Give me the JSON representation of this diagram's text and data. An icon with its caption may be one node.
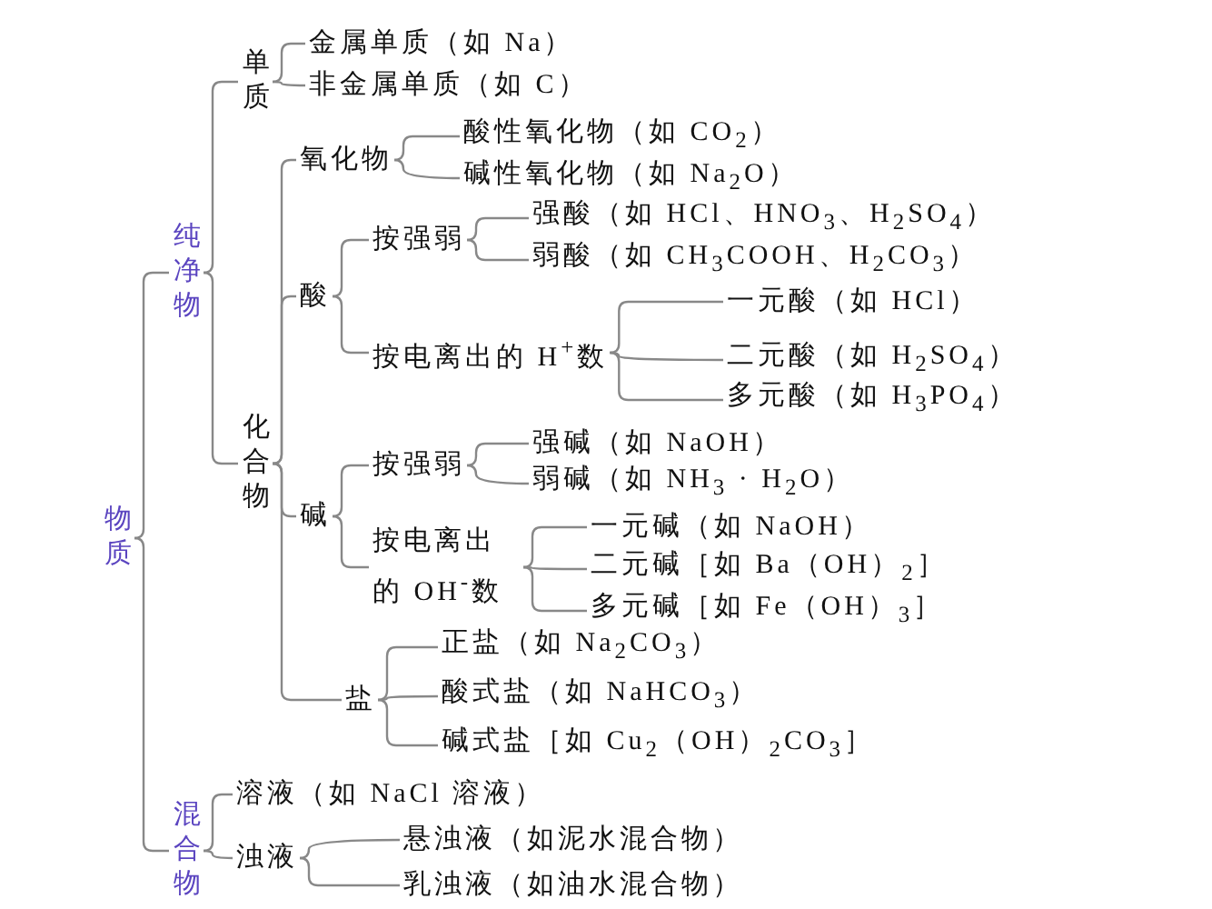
{
  "diagram": {
    "nodes": [
      {
        "text": [
          "物质"
        ]
      },
      {
        "text": [
          "纯净物"
        ]
      },
      {
        "text": [
          "单质"
        ]
      },
      {
        "text": [
          "金属单质（如 Na）"
        ]
      },
      {
        "text": [
          "非金属单质（如 C）"
        ]
      },
      {
        "text": [
          "化合物"
        ]
      },
      {
        "text": [
          "氧化物"
        ]
      },
      {
        "text": [
          "酸性氧化物（如 CO$_{2}$）"
        ]
      },
      {
        "text": [
          "碱性氧化物（如 Na$_{2}$O）"
        ]
      },
      {
        "text": [
          "酸"
        ]
      },
      {
        "text": [
          "按强弱"
        ]
      },
      {
        "text": [
          "强酸（如 HCl、HNO$_{3}$、H$_{2}$SO$_{4}$）"
        ]
      },
      {
        "text": [
          "弱酸（如 CH$_{3}$COOH、H$_{2}$CO$_{3}$）"
        ]
      },
      {
        "text": [
          "按电离出的 H$^{+}$数"
        ]
      },
      {
        "text": [
          "一元酸（如 HCl）"
        ]
      },
      {
        "text": [
          "二元酸（如 H$_{2}$SO$_{4}$）"
        ]
      },
      {
        "text": [
          "多元酸（如 H$_{3}$PO$_{4}$）"
        ]
      },
      {
        "text": [
          "碱"
        ]
      },
      {
        "text": [
          "按强弱"
        ]
      },
      {
        "text": [
          "强碱（如 NaOH）"
        ]
      },
      {
        "text": [
          "弱碱（如 NH$_{3}$ · H$_{2}$O）"
        ]
      },
      {
        "text": [
          "按电离出的 OH$^{-}$数"
        ]
      },
      {
        "text": [
          "一元碱（如 NaOH）"
        ]
      },
      {
        "text": [
          "二元碱［如 Ba（OH）$_{2}$］"
        ]
      },
      {
        "text": [
          "多元碱［如 Fe（OH）$_{3}$］"
        ]
      },
      {
        "text": [
          "盐"
        ]
      },
      {
        "text": [
          "正盐（如 Na$_{2}$CO$_{3}$）"
        ]
      },
      {
        "text": [
          "酸式盐（如 NaHCO$_{3}$）"
        ]
      },
      {
        "text": [
          "碱式盐［如 Cu$_{2}$（OH）$_{2}$CO$_{3}$］"
        ]
      },
      {
        "text": [
          "混合物"
        ]
      },
      {
        "text": [
          "溶液（如 NaCl 溶液）"
        ]
      },
      {
        "text": [
          "浊液"
        ]
      },
      {
        "text": [
          "悬浊液（如泥水混合物）"
        ]
      },
      {
        "text": [
          "乳浊液（如油水混合物）"
        ]
      }
    ],
    "edges": [
      {
        "from": 0,
        "to": 1,
        "arrow": "none"
      },
      {
        "from": 0,
        "to": 29,
        "arrow": "none"
      },
      {
        "from": 1,
        "to": 2,
        "arrow": "none"
      },
      {
        "from": 1,
        "to": 5,
        "arrow": "none"
      },
      {
        "from": 2,
        "to": 3,
        "arrow": "none"
      },
      {
        "from": 2,
        "to": 4,
        "arrow": "none"
      },
      {
        "from": 5,
        "to": 6,
        "arrow": "none"
      },
      {
        "from": 5,
        "to": 9,
        "arrow": "none"
      },
      {
        "from": 5,
        "to": 17,
        "arrow": "none"
      },
      {
        "from": 5,
        "to": 25,
        "arrow": "none"
      },
      {
        "from": 6,
        "to": 7,
        "arrow": "none"
      },
      {
        "from": 6,
        "to": 8,
        "arrow": "none"
      },
      {
        "from": 9,
        "to": 10,
        "arrow": "none"
      },
      {
        "from": 9,
        "to": 13,
        "arrow": "none"
      },
      {
        "from": 10,
        "to": 11,
        "arrow": "none"
      },
      {
        "from": 10,
        "to": 12,
        "arrow": "none"
      },
      {
        "from": 13,
        "to": 14,
        "arrow": "none"
      },
      {
        "from": 13,
        "to": 15,
        "arrow": "none"
      },
      {
        "from": 13,
        "to": 16,
        "arrow": "none"
      },
      {
        "from": 17,
        "to": 18,
        "arrow": "none"
      },
      {
        "from": 17,
        "to": 21,
        "arrow": "none"
      },
      {
        "from": 18,
        "to": 19,
        "arrow": "none"
      },
      {
        "from": 18,
        "to": 20,
        "arrow": "none"
      },
      {
        "from": 21,
        "to": 22,
        "arrow": "none"
      },
      {
        "from": 21,
        "to": 23,
        "arrow": "none"
      },
      {
        "from": 21,
        "to": 24,
        "arrow": "none"
      },
      {
        "from": 25,
        "to": 26,
        "arrow": "none"
      },
      {
        "from": 25,
        "to": 27,
        "arrow": "none"
      },
      {
        "from": 25,
        "to": 28,
        "arrow": "none"
      },
      {
        "from": 29,
        "to": 30,
        "arrow": "none"
      },
      {
        "from": 29,
        "to": 31,
        "arrow": "none"
      },
      {
        "from": 31,
        "to": 32,
        "arrow": "none"
      },
      {
        "from": 31,
        "to": 33,
        "arrow": "none"
      }
    ]
  }
}
